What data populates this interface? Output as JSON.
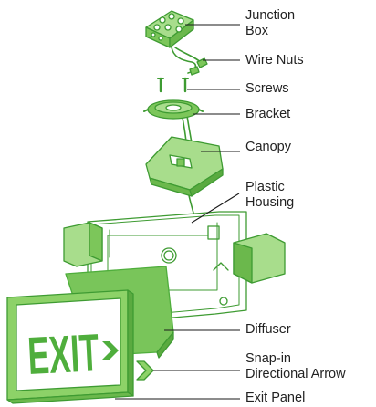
{
  "diagram": {
    "colors": {
      "part_fill": "#8dd268",
      "part_stroke": "#3e9b32",
      "part_dark": "#4fae3c",
      "leader": "#1a1a1a",
      "text": "#222222"
    },
    "labels": {
      "junction_box": "Junction\nBox",
      "wire_nuts": "Wire Nuts",
      "screws": "Screws",
      "bracket": "Bracket",
      "canopy": "Canopy",
      "plastic_housing": "Plastic\nHousing",
      "diffuser": "Diffuser",
      "snap_in_arrow": "Snap-in\nDirectional Arrow",
      "exit_panel": "Exit Panel"
    },
    "sign_text": "EXIT"
  }
}
